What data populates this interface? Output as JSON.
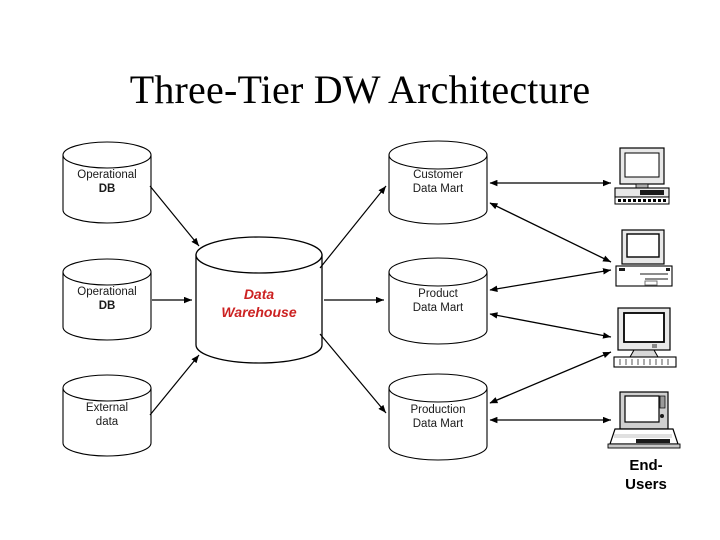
{
  "slide": {
    "title": "Three-Tier DW Architecture",
    "background_color": "#ffffff"
  },
  "colors": {
    "stroke": "#000000",
    "warehouse_text": "#cc2222",
    "node_text": "#1a1a1a",
    "monitor_screen": "#ffffff",
    "monitor_body": "#e8e8e8",
    "monitor_shade": "#b0b0b0"
  },
  "sources": [
    {
      "id": "operational-db-1",
      "line1": "Operational",
      "line2": "DB"
    },
    {
      "id": "operational-db-2",
      "line1": "Operational",
      "line2": "DB"
    },
    {
      "id": "external-data",
      "line1": "External",
      "line2": "data"
    }
  ],
  "warehouse": {
    "id": "data-warehouse",
    "line1": "Data",
    "line2": "Warehouse"
  },
  "data_marts": [
    {
      "id": "customer-data-mart",
      "line1": "Customer",
      "line2": "Data Mart"
    },
    {
      "id": "product-data-mart",
      "line1": "Product",
      "line2": "Data Mart"
    },
    {
      "id": "production-data-mart",
      "line1": "Production",
      "line2": "Data Mart"
    }
  ],
  "end_users": {
    "label_line1": "End-",
    "label_line2": "Users",
    "devices": [
      {
        "id": "desktop-computer-1",
        "type": "desktop-computer"
      },
      {
        "id": "desktop-computer-2",
        "type": "desktop-computer"
      },
      {
        "id": "desktop-computer-3",
        "type": "desktop-computer"
      },
      {
        "id": "laptop-computer-4",
        "type": "laptop-computer"
      }
    ]
  },
  "connections": [
    {
      "id": "flow-opdb1-to-dw",
      "from": "operational-db-1",
      "to": "data-warehouse",
      "style": "single-arrow"
    },
    {
      "id": "flow-opdb2-to-dw",
      "from": "operational-db-2",
      "to": "data-warehouse",
      "style": "single-arrow"
    },
    {
      "id": "flow-external-to-dw",
      "from": "external-data",
      "to": "data-warehouse",
      "style": "single-arrow"
    },
    {
      "id": "flow-dw-to-customer-mart",
      "from": "data-warehouse",
      "to": "customer-data-mart",
      "style": "single-arrow"
    },
    {
      "id": "flow-dw-to-product-mart",
      "from": "data-warehouse",
      "to": "product-data-mart",
      "style": "single-arrow"
    },
    {
      "id": "flow-dw-to-production-mart",
      "from": "data-warehouse",
      "to": "production-data-mart",
      "style": "single-arrow"
    },
    {
      "id": "link-customer-mart-computer-1",
      "from": "customer-data-mart",
      "to": "desktop-computer-1",
      "style": "double-arrow"
    },
    {
      "id": "link-customer-mart-computer-2",
      "from": "customer-data-mart",
      "to": "desktop-computer-2",
      "style": "double-arrow"
    },
    {
      "id": "link-product-mart-computer-2",
      "from": "product-data-mart",
      "to": "desktop-computer-2",
      "style": "double-arrow"
    },
    {
      "id": "link-product-mart-computer-3",
      "from": "product-data-mart",
      "to": "desktop-computer-3",
      "style": "double-arrow"
    },
    {
      "id": "link-production-mart-computer-3",
      "from": "production-data-mart",
      "to": "desktop-computer-3",
      "style": "double-arrow"
    },
    {
      "id": "link-production-mart-laptop-4",
      "from": "production-data-mart",
      "to": "laptop-computer-4",
      "style": "double-arrow"
    }
  ]
}
